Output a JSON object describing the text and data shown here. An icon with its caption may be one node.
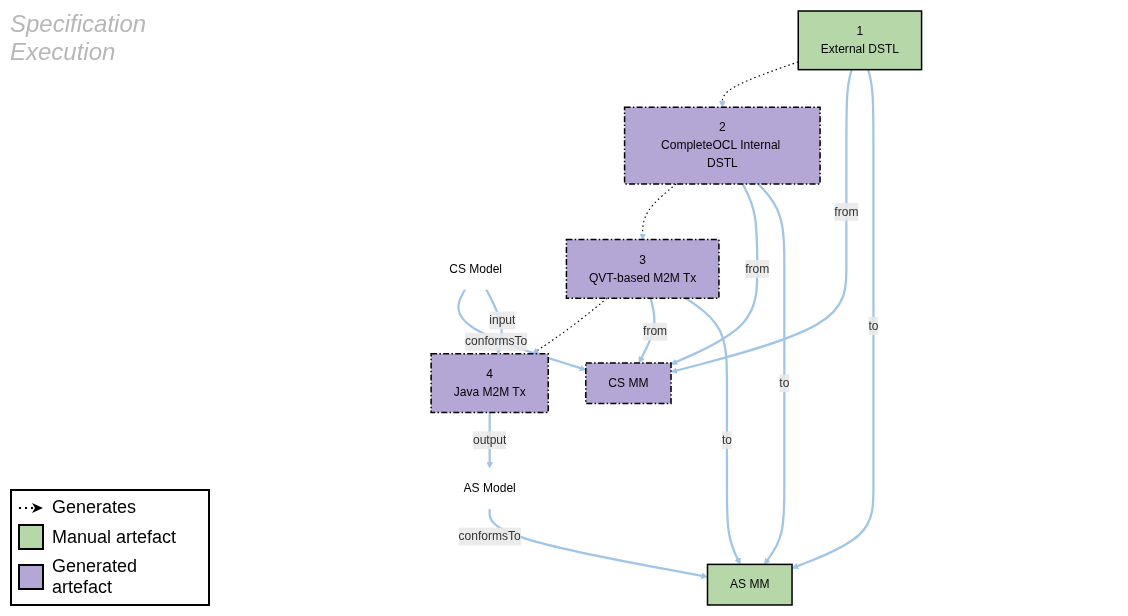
{
  "diagram": {
    "nodes": [
      {
        "text": [
          "CS MM"
        ]
      },
      {
        "text": [
          "CS Model"
        ]
      },
      {
        "text": [
          "1",
          "External DSTL"
        ]
      },
      {
        "text": [
          "2",
          "CompleteOCL Internal DSTL"
        ]
      },
      {
        "text": [
          "3",
          "QVT-based M2M Tx"
        ]
      },
      {
        "text": [
          "4",
          "Java M2M Tx"
        ]
      },
      {
        "text": [
          "AS MM"
        ]
      },
      {
        "text": [
          "AS Model"
        ]
      }
    ],
    "edges": [
      {
        "from": 2,
        "to": 3,
        "arrow": "to",
        "style": "dashed",
        "color": "#000000"
      },
      {
        "from": 3,
        "to": 4,
        "arrow": "to",
        "style": "dashed",
        "color": "#000000"
      },
      {
        "from": 4,
        "to": 5,
        "arrow": "to",
        "style": "dashed",
        "color": "#000000"
      },
      {
        "from": 2,
        "to": 0,
        "arrow": "to",
        "label": "from"
      },
      {
        "from": 3,
        "to": 0,
        "arrow": "to",
        "label": "from"
      },
      {
        "from": 4,
        "to": 0,
        "arrow": "to",
        "label": "from"
      },
      {
        "from": 2,
        "to": 6,
        "arrow": "to",
        "label": "to"
      },
      {
        "from": 3,
        "to": 6,
        "arrow": "to",
        "label": "to"
      },
      {
        "from": 4,
        "to": 6,
        "arrow": "to",
        "label": "to"
      },
      {
        "from": 1,
        "to": 0,
        "arrow": "to",
        "label": "conformsTo"
      },
      {
        "from": 7,
        "to": 6,
        "arrow": "to",
        "label": "conformsTo"
      },
      {
        "from": 1,
        "to": 5,
        "arrow": "to",
        "label": "input"
      },
      {
        "from": 5,
        "to": 7,
        "arrow": "to",
        "label": "output"
      }
    ],
    "labels": [
      "Specification",
      "Execution"
    ],
    "legend": [
      {
        "text": "Generates"
      },
      {
        "text": "Manual artefact",
        "color": "#b6d7a8"
      },
      {
        "text": "Generated artefact",
        "color": "#b4a7d6"
      }
    ]
  }
}
